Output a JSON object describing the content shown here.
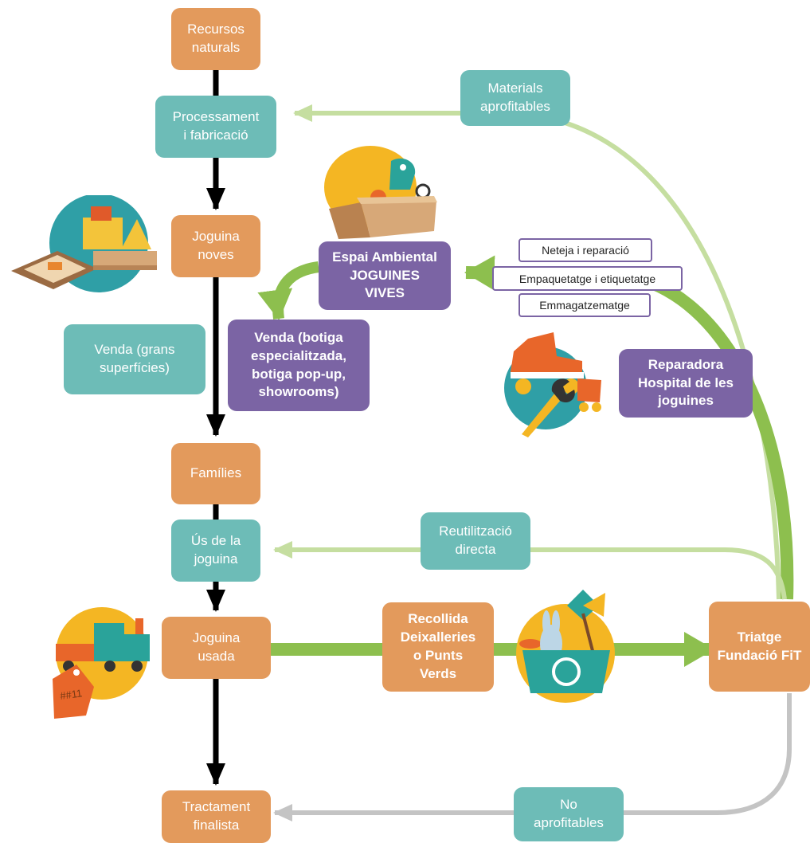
{
  "nodes": {
    "recursos": "Recursos\nnaturals",
    "processament": "Processament\ni fabricació",
    "joguina_noves": "Joguina\nnoves",
    "venda_grans": "Venda (grans\nsuperfícies)",
    "families": "Famílies",
    "us_joguina": "Ús de la\njoguina",
    "joguina_usada": "Joguina\nusada",
    "tractament": "Tractament\nfinalista",
    "materials": "Materials\naprofitables",
    "espai": "Espai Ambiental\nJOGUINES\nVIVES",
    "venda_botiga": "Venda (botiga\nespecialitzada,\nbotiga pop-up,\nshowrooms)",
    "reparadora": "Reparadora\nHospital de les\njoguines",
    "reutilitzacio": "Reutilització\ndirecta",
    "recollida": "Recollida\nDeixalleries\no Punts\nVerds",
    "triatge": "Triatge\nFundació FiT",
    "no_aprofitables": "No\naprofitables"
  },
  "tags": {
    "neteja": "Neteja i reparació",
    "empaquetatge": "Empaquetatge i etiquetatge",
    "emmagatzematge": "Emmagatzematge"
  },
  "illustrations": {
    "price_tag": "##11"
  },
  "colors": {
    "orange": "#e39a5c",
    "teal": "#6dbcb7",
    "purple": "#7b64a4",
    "green_dark": "#8dbf4e",
    "green_light": "#c5dea0",
    "grey": "#c4c4c4",
    "black": "#000000"
  },
  "icons": [
    "building-blocks-icon",
    "toy-box-dinosaur-icon",
    "roller-skate-wrench-icon",
    "toy-train-icon",
    "toy-basket-icon"
  ]
}
